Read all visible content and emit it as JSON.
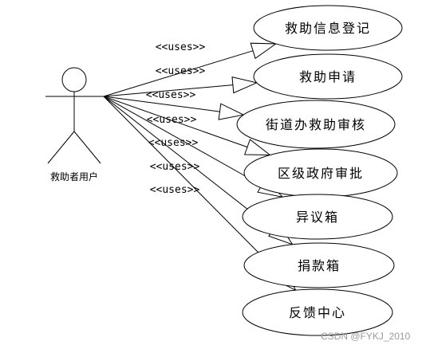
{
  "actor": {
    "label": "救助者用户"
  },
  "relationship_label": "<<uses>>",
  "use_cases": [
    {
      "id": "uc1",
      "label": "救助信息登记"
    },
    {
      "id": "uc2",
      "label": "救助申请"
    },
    {
      "id": "uc3",
      "label": "街道办救助审核"
    },
    {
      "id": "uc4",
      "label": "区级政府审批"
    },
    {
      "id": "uc5",
      "label": "异议箱"
    },
    {
      "id": "uc6",
      "label": "捐款箱"
    },
    {
      "id": "uc7",
      "label": "反馈中心"
    }
  ],
  "associations": [
    {
      "from": "actor",
      "to": "uc1",
      "label": "<<uses>>"
    },
    {
      "from": "actor",
      "to": "uc2",
      "label": "<<uses>>"
    },
    {
      "from": "actor",
      "to": "uc3",
      "label": "<<uses>>"
    },
    {
      "from": "actor",
      "to": "uc4",
      "label": "<<uses>>"
    },
    {
      "from": "actor",
      "to": "uc5",
      "label": "<<uses>>"
    },
    {
      "from": "actor",
      "to": "uc6",
      "label": "<<uses>>"
    },
    {
      "from": "actor",
      "to": "uc7",
      "label": "<<uses>>"
    }
  ],
  "watermark": "CSDN @FYKJ_2010"
}
